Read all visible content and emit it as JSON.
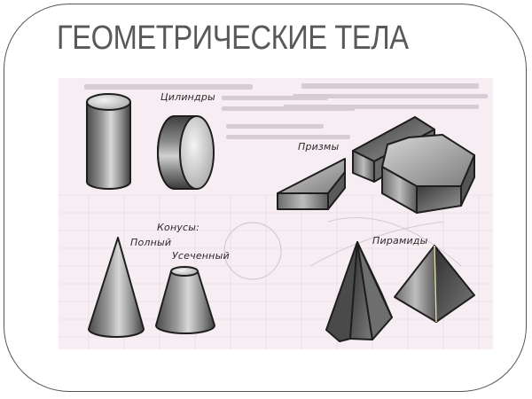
{
  "slide": {
    "title": "ГЕОМЕТРИЧЕСКИЕ ТЕЛА"
  },
  "figure": {
    "description": "Textbook illustration of geometric solids",
    "groups": [
      {
        "id": "cylinders",
        "label": "Цилиндры",
        "items": [
          "vertical-cylinder",
          "horizontal-cylinder"
        ]
      },
      {
        "id": "prisms",
        "label": "Призмы",
        "items": [
          "triangular-prism",
          "rectangular-prism",
          "hexagonal-prism"
        ]
      },
      {
        "id": "cones",
        "label": "Конусы:",
        "items": [
          {
            "id": "full-cone",
            "label": "Полный"
          },
          {
            "id": "truncated-cone",
            "label": "Усеченный"
          }
        ]
      },
      {
        "id": "pyramids",
        "label": "Пирамиды",
        "items": [
          "hexagonal-pyramid",
          "triangular-pyramid"
        ]
      }
    ]
  },
  "colors": {
    "title": "#595959",
    "frame_border": "#555555",
    "figure_background": "#f7eef4",
    "outline": "#1e1e1e"
  }
}
